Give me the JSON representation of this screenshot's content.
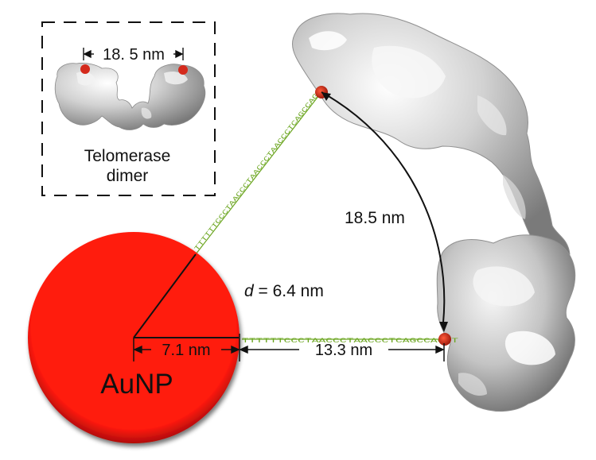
{
  "inset": {
    "distance_label": "18. 5 nm",
    "caption_line1": "Telomerase",
    "caption_line2": "dimer"
  },
  "measurements": {
    "arc_label": "18.5 nm",
    "d_symbol": "d",
    "d_value": " = 6.4 nm",
    "radius_label": "7.1 nm",
    "gap_label": "13.3 nm"
  },
  "particle": {
    "label": "AuNP",
    "color": "#ff1a10"
  },
  "dna": {
    "upper_sequence": "TTTTTTCCCTAACCCTAACCCTAACCCTCAGCCAGT",
    "lower_sequence": "TTTTTTCCCTAACCCTAACCCTCAGCCAGTT",
    "color": "#6aa51e"
  },
  "colors": {
    "marker": "#d42a1c",
    "protein": "#bdbdbd"
  }
}
